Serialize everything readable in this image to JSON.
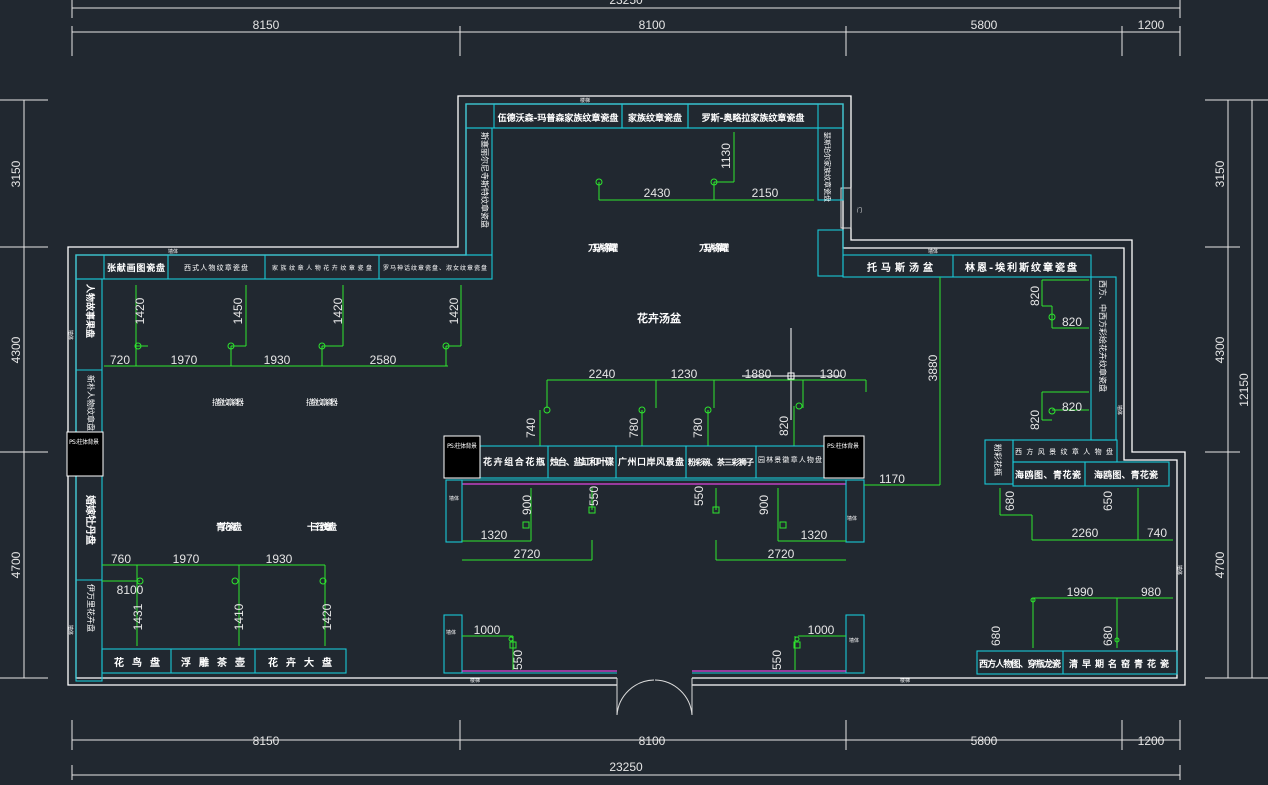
{
  "dimensions": {
    "overall": "23250",
    "top": [
      "8150",
      "8100",
      "5800",
      "1200"
    ],
    "bottom": [
      "8150",
      "8100",
      "5800",
      "1200"
    ],
    "left": [
      "3150",
      "4300",
      "4700"
    ],
    "right": [
      "3150",
      "4300",
      "4700"
    ],
    "right_overall": "12150"
  },
  "north_room": {
    "top_cases": [
      "伍德沃森-玛普森家族纹章瓷盘",
      "家族纹章瓷盘",
      "罗斯-奥略拉家族纹章瓷盘"
    ],
    "left_case": "斯塞丽尔尼寺斯特纹章瓷盘",
    "right_case": "瑟斯珀尔家族纹章瓷盘",
    "dims": [
      "1130",
      "2430",
      "2150"
    ],
    "labels": [
      "刀马人将军罐",
      "刀马人将军罐"
    ]
  },
  "center": {
    "label": "花卉汤盆",
    "top_dims": [
      "2240",
      "1230",
      "1880",
      "1300"
    ],
    "height_dims": [
      "740",
      "780",
      "780",
      "820"
    ],
    "case_labels": [
      "花卉组合花瓶",
      "烛台、盐缸和叶碟",
      "广州口岸风景盘",
      "粉彩碗、茶三彩狮子",
      "园林景徽章人物盘"
    ],
    "lower_dims": [
      "900",
      "550",
      "550",
      "900",
      "1320",
      "2720",
      "2720",
      "1320"
    ],
    "entry_dims": [
      "1000",
      "550",
      "1000",
      "550"
    ],
    "ps_left": "PS:柱体背景",
    "ps_right": "PS:柱体背景"
  },
  "west": {
    "top_cases": [
      "张献画图瓷盘",
      "西式人物纹章瓷盘",
      "家族纹章人物花卉纹章瓷盘",
      "罗马神话纹章瓷盘、淑女纹章瓷盘"
    ],
    "left_cases": [
      "人物故事果盘",
      "新朴人物纹章盘",
      "婚嫁牡丹盘",
      "伊万里花卉盘"
    ],
    "bottom_cases": [
      "花鸟盘",
      "浮雕茶壶",
      "花卉大盘"
    ],
    "upper_dims": [
      "1420",
      "1450",
      "1420",
      "1420",
      "720",
      "1970",
      "1930",
      "2580"
    ],
    "lower_dims": [
      "760",
      "1970",
      "1930",
      "8100",
      "1431",
      "1410",
      "1420"
    ],
    "labels": [
      "描金纹章瓷器",
      "描金纹章瓷器",
      "青花瓷盘",
      "十三行纹章盘"
    ],
    "ps": "PS:柱体背景"
  },
  "east": {
    "top_cases": [
      "托马斯汤盆",
      "林恩-埃利斯纹章瓷盘"
    ],
    "right_case": "西方、中西方彩绘花卉纹章瓷盘",
    "mid_cases": [
      "粉彩花瓶",
      "西方风景纹章人物盘",
      "海鸥图、青花瓷",
      "海鸥图、青花瓷"
    ],
    "bottom_cases": [
      "西方人物图、穿瓶龙瓷",
      "清早期名窑青花瓷"
    ],
    "dims": [
      "3880",
      "1170",
      "820",
      "820",
      "820",
      "820",
      "680",
      "650",
      "2260",
      "740",
      "1990",
      "980",
      "680",
      "680"
    ]
  },
  "small_labels": {
    "ramp": "楼梯",
    "wall": "墙体",
    "exit": "门"
  }
}
